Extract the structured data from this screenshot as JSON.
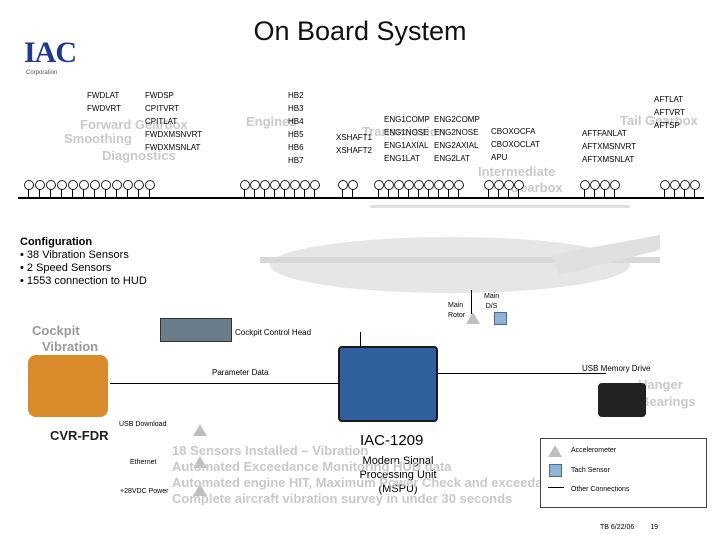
{
  "title": "On Board System",
  "logo": {
    "text": "IAC",
    "subtitle": "Corporation"
  },
  "labels": {
    "fwd_col1": [
      "FWDLAT",
      "FWDVRT"
    ],
    "fwd_col2": [
      "FWDSP",
      "CPITVRT",
      "CPITLAT",
      "FWDXMSNVRT",
      "FWDXMSNLAT"
    ],
    "hb": [
      "HB2",
      "HB3",
      "HB4",
      "HB5",
      "HB6",
      "HB7"
    ],
    "xshaft": [
      "XSHAFT1",
      "XSHAFT2"
    ],
    "eng1": [
      "ENG1COMP",
      "ENG1NOSE",
      "ENG1AXIAL",
      "ENG1LAT"
    ],
    "eng2": [
      "ENG2COMP",
      "ENG2NOSE",
      "ENG2AXIAL",
      "ENG2LAT"
    ],
    "cbox": [
      "CBOXOCFA",
      "CBOXOCLAT",
      "APU"
    ],
    "aftx": [
      "AFTFANLAT",
      "AFTXMSNVRT",
      "AFTXMSNLAT"
    ],
    "aft_top": [
      "AFTLAT",
      "AFTVRT",
      "AFTSP"
    ]
  },
  "ghost_labels": {
    "fwd_gearbox": "Forward Gearbox",
    "smoothing": "Smoothing",
    "diagnostics": "Diagnostics",
    "engines": "Engines",
    "transmission": "Transmission",
    "tail_gearbox": "Tail Gearbox",
    "intermediate": "Intermediate",
    "gearbox": "Gearbox",
    "cockpit": "Cockpit",
    "vibration": "Vibration",
    "hanger": "Hanger",
    "bearings": "Bearings"
  },
  "configuration": {
    "heading": "Configuration",
    "items": [
      "• 38 Vibration Sensors",
      "• 2 Speed Sensors",
      "• 1553 connection to HUD"
    ]
  },
  "main_rotor": [
    "Main",
    "Rotor"
  ],
  "main_ds": [
    "Main",
    "D/S"
  ],
  "cockpit_control_head": "Cockpit Control Head",
  "parameter_data": "Parameter Data",
  "usb_memory_drive": "USB Memory Drive",
  "cvr_fdr": "CVR-FDR",
  "usb_download": "USB Download",
  "ethernet": "Ethernet",
  "power": "+28VDC Power",
  "iac_model": "IAC-1209",
  "mspu": [
    "Modern Signal",
    "Processing Unit",
    "(MSPU)"
  ],
  "features": [
    "18 Sensors Installed – Vibration",
    "Automated Exceedance Monitoring HUD data",
    "Automated engine HIT, Maximum Power Check and exceedance",
    "Complete aircraft vibration survey in under 30 seconds"
  ],
  "legend": {
    "accelerometer": "Accelerometer",
    "tach_sensor": "Tach Sensor",
    "other": "Other Connections"
  },
  "footer": {
    "date": "TB 6/22/06",
    "page": "19"
  },
  "colors": {
    "accent": "#1f3a8c",
    "tach": "#8fb2d6",
    "accel": "#bfbfbf"
  }
}
